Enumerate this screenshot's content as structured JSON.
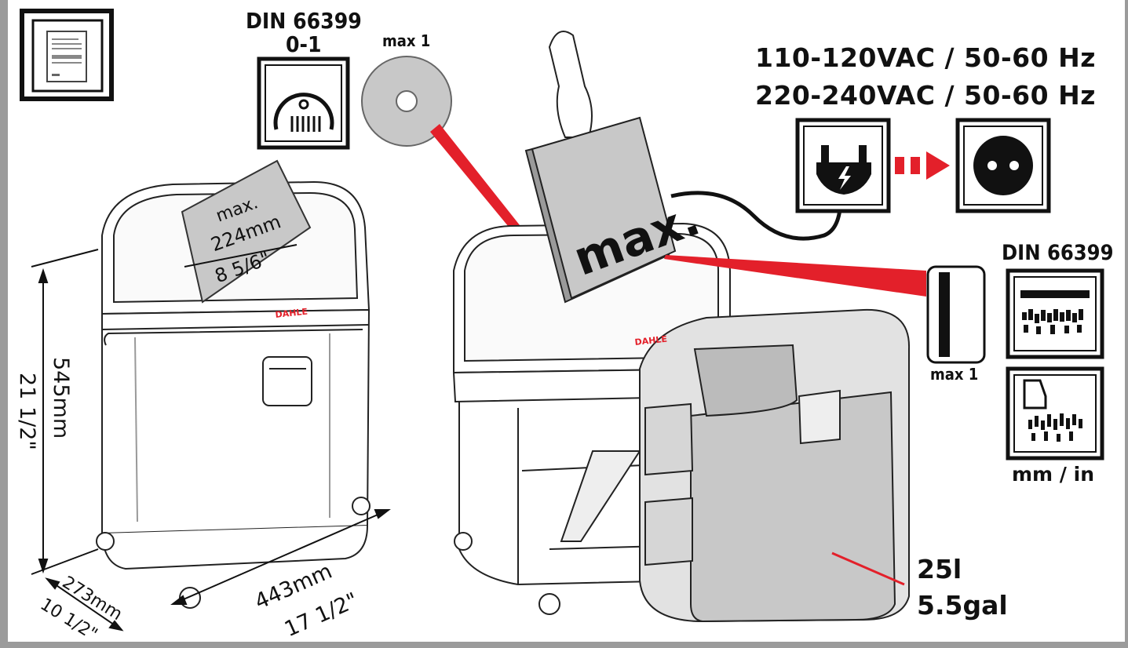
{
  "din_top": {
    "line1": "DIN 66399",
    "line2": "0-1"
  },
  "cd": {
    "label": "max 1"
  },
  "voltage": {
    "line1": "110-120VAC / 50-60 Hz",
    "line2": "220-240VAC / 50-60 Hz"
  },
  "din_right": {
    "title": "DIN 66399",
    "card_label": "max 1",
    "units": "mm / in"
  },
  "paper_front": {
    "line1": "max.",
    "line2": "224mm",
    "line3": "8 5/6\""
  },
  "paper_hand": {
    "label": "max."
  },
  "brand": {
    "name": "DAHLE"
  },
  "dimensions": {
    "height_mm": "545mm",
    "height_in": "21 1/2\"",
    "depth_mm": "273mm",
    "depth_in": "10 1/2\"",
    "width_mm": "443mm",
    "width_in": "17 1/2\""
  },
  "capacity": {
    "liters": "25l",
    "gallons": "5.5gal"
  },
  "colors": {
    "accent_red": "#e3202a",
    "gray_fill": "#c8c8c8",
    "frame_gray": "#9b9b9b"
  },
  "icons": [
    "document-icon",
    "cross-cut-din-icon",
    "cd-icon",
    "plug-icon",
    "socket-icon",
    "arrow-right-icon",
    "card-icon",
    "strip-shred-icon",
    "particle-shred-icon"
  ]
}
